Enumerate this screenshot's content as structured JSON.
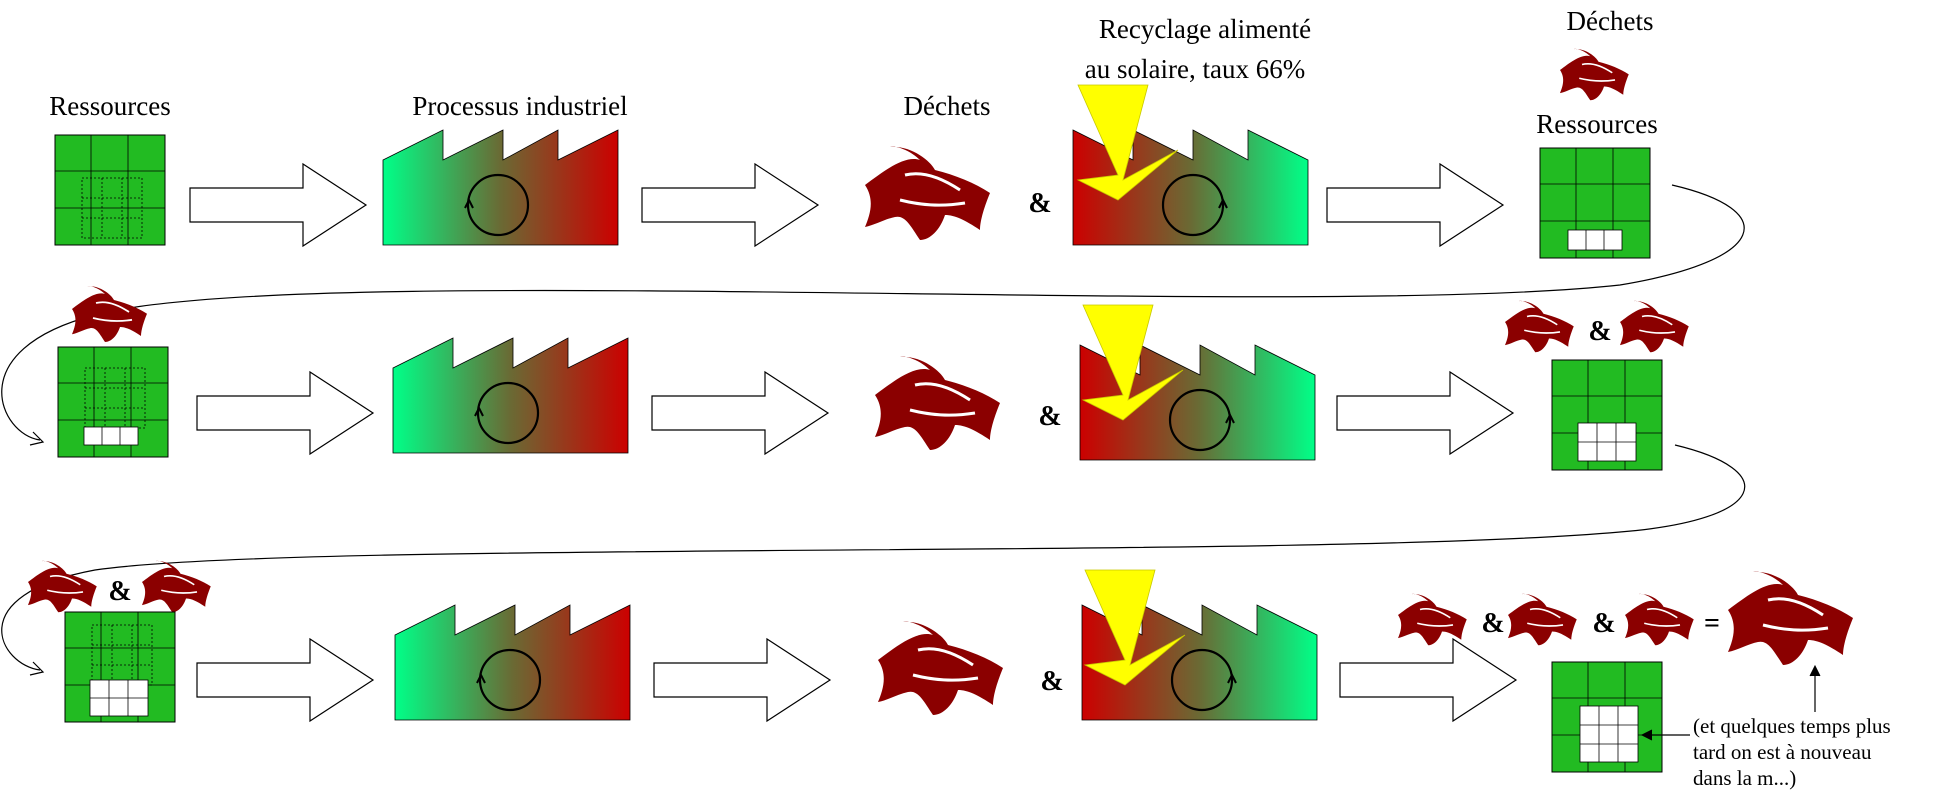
{
  "labels": {
    "resources": "Ressources",
    "process": "Processus industriel",
    "waste": "Déchets",
    "recycling_line1": "Recyclage alimenté",
    "recycling_line2": "au solaire, taux 66%",
    "waste_top": "Déchets",
    "resources_top": "Ressources"
  },
  "operators": {
    "and": "&",
    "equals": "="
  },
  "note": {
    "line1": "(et quelques temps plus",
    "line2": "tard on est à nouveau",
    "line3": "dans la  m...)"
  },
  "colors": {
    "resource_green": "#22bb22",
    "waste_red": "#8b0000",
    "sun_yellow": "#ffff00",
    "factory_green": "#00ff88",
    "factory_red": "#cc0000"
  }
}
